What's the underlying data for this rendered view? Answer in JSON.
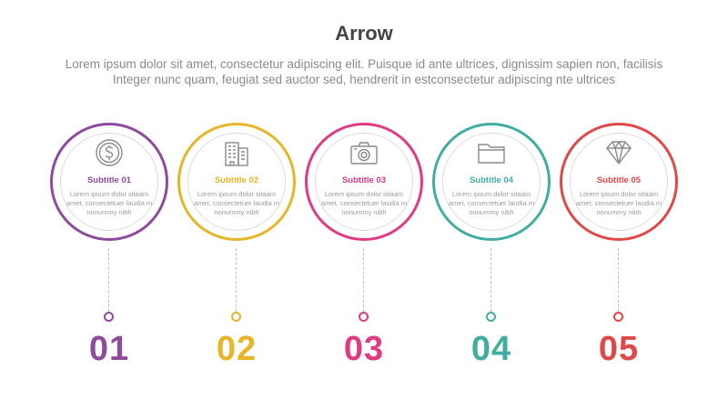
{
  "header": {
    "title": "Arrow",
    "subtitle_line1": "Lorem ipsum dolor sit amet, consectetur adipiscing elit. Puisque id ante ultrices, dignissim sapien non, facilisis",
    "subtitle_line2": "Integer nunc quam, feugiat sed auctor sed, hendrerit in estconsectetur adipiscing nte ultrices"
  },
  "steps": [
    {
      "title": "Subtitle 01",
      "text": "Lorem ipsum dolor sitaam amet, consectetuer laudia m nonummy  nibh",
      "number": "01",
      "color": "#8e4a9c",
      "icon": "dollar-coin-icon"
    },
    {
      "title": "Subtitle 02",
      "text": "Lorem ipsum dolor sitaam amet, consectetuer laudia m nonummy  nibh",
      "number": "02",
      "color": "#e8b42a",
      "icon": "building-icon"
    },
    {
      "title": "Subtitle 03",
      "text": "Lorem ipsum dolor sitaam amet, consectetuer laudia m nonummy  nibh",
      "number": "03",
      "color": "#e03a83",
      "icon": "camera-icon"
    },
    {
      "title": "Subtitle 04",
      "text": "Lorem ipsum dolor sitaam amet, consectetuer laudia m nonummy  nibh",
      "number": "04",
      "color": "#3faea0",
      "icon": "folder-icon"
    },
    {
      "title": "Subtitle 05",
      "text": "Lorem ipsum dolor sitaam amet, consectetuer laudia m nonummy  nibh",
      "number": "05",
      "color": "#e04848",
      "icon": "diamond-icon"
    }
  ]
}
